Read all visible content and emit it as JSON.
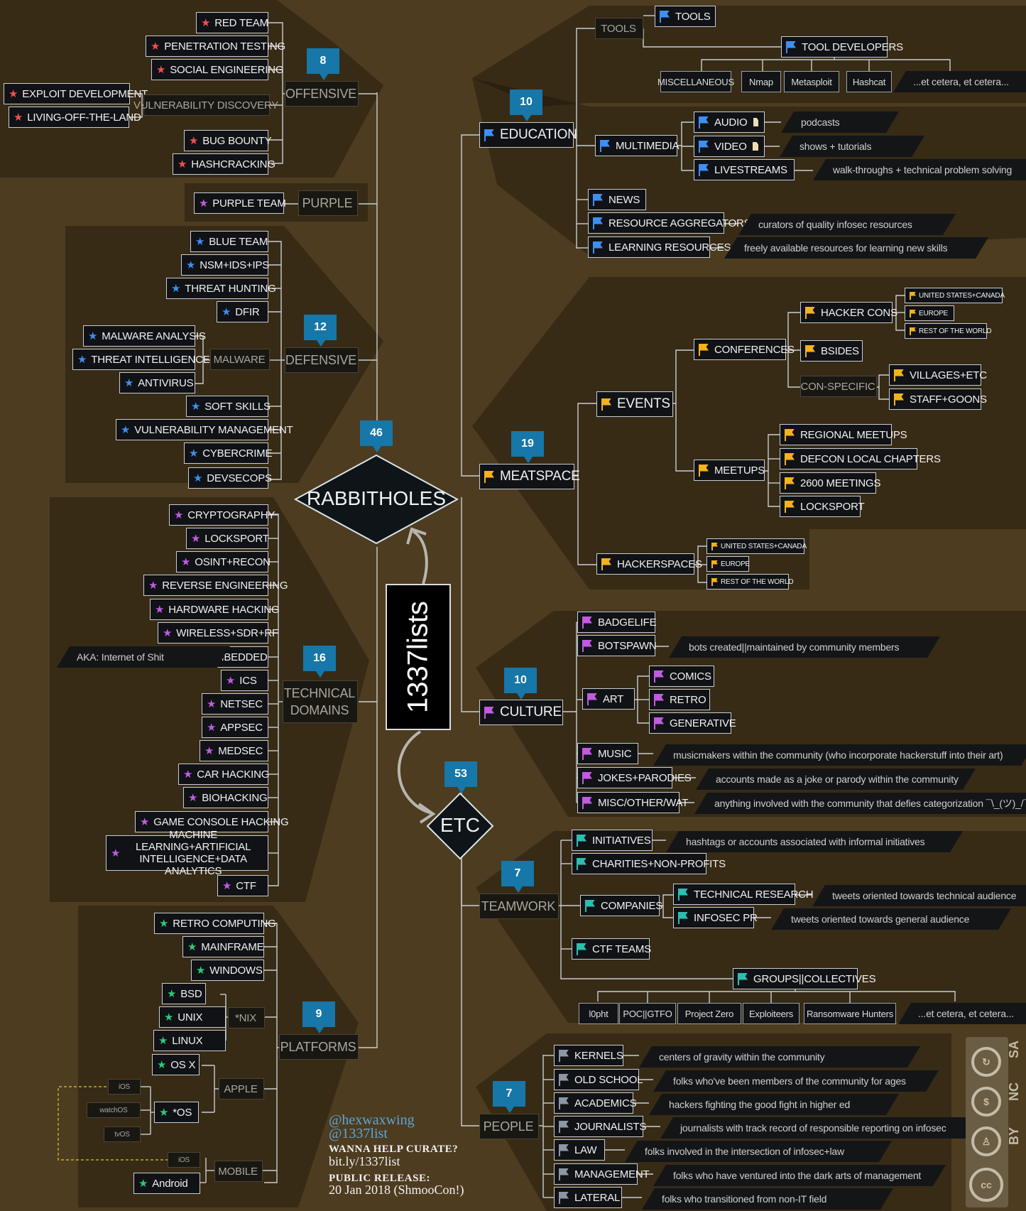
{
  "colors": {
    "red": "#f05050",
    "blue": "#3f8ff0",
    "purple": "#c25be2",
    "green": "#2ec97a",
    "yellow": "#f6b21a",
    "teal": "#2bbfb0",
    "gray": "#8d96a3",
    "badge": "#1677a8"
  },
  "center": {
    "title": "1337lists",
    "rabbitholes": "RABBITHOLES",
    "rabbitholes_count": "46",
    "etc": "ETC",
    "etc_count": "53"
  },
  "offensive": {
    "label": "OFFENSIVE",
    "count": "8",
    "vuln_label": "VULNERABILITY DISCOVERY",
    "items": [
      "RED TEAM",
      "PENETRATION TESTING",
      "SOCIAL ENGINEERING",
      "EXPLOIT DEVELOPMENT",
      "LIVING-OFF-THE-LAND",
      "BUG BOUNTY",
      "HASHCRACKING"
    ]
  },
  "purple": {
    "label": "PURPLE",
    "items": [
      "PURPLE TEAM"
    ]
  },
  "defensive": {
    "label": "DEFENSIVE",
    "count": "12",
    "malware_label": "MALWARE",
    "items": [
      "BLUE TEAM",
      "NSM+IDS+IPS",
      "THREAT HUNTING",
      "DFIR",
      "MALWARE ANALYSIS",
      "THREAT INTELLIGENCE",
      "ANTIVIRUS",
      "SOFT SKILLS",
      "VULNERABILITY MANAGEMENT",
      "CYBERCRIME",
      "DEVSECOPS"
    ]
  },
  "technical": {
    "label_line1": "TECHNICAL",
    "label_line2": "DOMAINS",
    "count": "16",
    "aka": "AKA: Internet of Shit",
    "items": [
      "CRYPTOGRAPHY",
      "LOCKSPORT",
      "OSINT+RECON",
      "REVERSE ENGINEERING",
      "HARDWARE HACKING",
      "WIRELESS+SDR+RF",
      "EMBEDDED",
      "ICS",
      "NETSEC",
      "APPSEC",
      "MEDSEC",
      "CAR HACKING",
      "BIOHACKING",
      "GAME CONSOLE HACKING",
      "MACHINE LEARNING+ARTIFICIAL",
      "INTELLIGENCE+DATA ANALYTICS",
      "CTF"
    ]
  },
  "platforms": {
    "label": "PLATFORMS",
    "count": "9",
    "nix_label": "*NIX",
    "apple_label": "APPLE",
    "mobile_label": "MOBILE",
    "items": [
      "RETRO COMPUTING",
      "MAINFRAME",
      "WINDOWS",
      "BSD",
      "UNIX",
      "LINUX",
      "OS X",
      "*OS",
      "Android"
    ],
    "os_list": [
      "iOS",
      "watchOS",
      "tvOS"
    ],
    "mobile_ios": "iOS"
  },
  "education": {
    "label": "EDUCATION",
    "count": "10",
    "tools_label": "TOOLS",
    "tools": "TOOLS",
    "tool_developers": "TOOL DEVELOPERS",
    "tool_list": [
      "MISCELLANEOUS",
      "Nmap",
      "Metasploit",
      "Hashcat",
      "...et cetera, et cetera..."
    ],
    "multimedia": "MULTIMEDIA",
    "media": [
      {
        "label": "AUDIO",
        "desc": "podcasts"
      },
      {
        "label": "VIDEO",
        "desc": "shows + tutorials"
      },
      {
        "label": "LIVESTREAMS",
        "desc": "walk-throughs + technical problem solving"
      }
    ],
    "news": "NEWS",
    "resource_aggregators": "RESOURCE AGGREGATORS",
    "resource_desc": "curators of quality infosec resources",
    "learning": "LEARNING RESOURCES",
    "learning_desc": "freely available resources for learning new skills"
  },
  "meatspace": {
    "label": "MEATSPACE",
    "count": "19",
    "events": "EVENTS",
    "conferences": "CONFERENCES",
    "hacker_cons": "HACKER CONS",
    "regions": [
      "UNITED STATES+CANADA",
      "EUROPE",
      "REST OF THE WORLD"
    ],
    "bsides": "BSIDES",
    "con_specific": "CON-SPECIFIC",
    "villages": "VILLAGES+ETC",
    "staff": "STAFF+GOONS",
    "meetups": "MEETUPS",
    "meetup_items": [
      "REGIONAL MEETUPS",
      "DEFCON LOCAL CHAPTERS",
      "2600 MEETINGS",
      "LOCKSPORT"
    ],
    "hackerspaces": "HACKERSPACES",
    "hs_regions": [
      "UNITED STATES+CANADA",
      "EUROPE",
      "REST OF THE WORLD"
    ]
  },
  "culture": {
    "label": "CULTURE",
    "count": "10",
    "badgelife": "BADGELIFE",
    "botspawn": "BOTSPAWN",
    "botspawn_desc": "bots created||maintained by community members",
    "art": "ART",
    "art_items": [
      "COMICS",
      "RETRO",
      "GENERATIVE"
    ],
    "music": "MUSIC",
    "music_desc": "musicmakers within the community (who incorporate hackerstuff into their art)",
    "jokes": "JOKES+PARODIES",
    "jokes_desc": "accounts made as a joke or parody within the community",
    "misc": "MISC/OTHER/WAT",
    "misc_desc": "anything involved with the community that defies categorization ¯\\_(ツ)_/¯"
  },
  "teamwork": {
    "label": "TEAMWORK",
    "count": "7",
    "initiatives": "INITIATIVES",
    "initiatives_desc": "hashtags or accounts associated with informal initiatives",
    "charities": "CHARITIES+NON-PROFITS",
    "companies": "COMPANIES",
    "tech_research": "TECHNICAL RESEARCH",
    "tech_research_desc": "tweets oriented towards technical audience",
    "infosec_pr": "INFOSEC PR",
    "infosec_pr_desc": "tweets oriented towards general audience",
    "ctf_teams": "CTF TEAMS",
    "groups": "GROUPS||COLLECTIVES",
    "group_list": [
      "l0pht",
      "POC||GTFO",
      "Project Zero",
      "Exploiteers",
      "Ransomware Hunters",
      "...et cetera, et cetera..."
    ]
  },
  "people": {
    "label": "PEOPLE",
    "count": "7",
    "items": [
      {
        "label": "KERNELS",
        "desc": "centers of gravity within the community"
      },
      {
        "label": "OLD SCHOOL",
        "desc": "folks who've been members of the community for ages"
      },
      {
        "label": "ACADEMICS",
        "desc": "hackers fighting the good fight in higher ed"
      },
      {
        "label": "JOURNALISTS",
        "desc": "journalists with track record of responsible reporting on infosec"
      },
      {
        "label": "LAW",
        "desc": "folks involved in the intersection of infosec+law"
      },
      {
        "label": "MANAGEMENT",
        "desc": "folks who have ventured into the dark arts of management"
      },
      {
        "label": "LATERAL",
        "desc": "folks who transitioned from non-IT field"
      }
    ]
  },
  "credits": {
    "handle1": "@hexwaxwing",
    "handle2": "@1337list",
    "help": "WANNA HELP CURATE?",
    "link": "bit.ly/1337list",
    "release": "PUBLIC RELEASE:",
    "date": "20 Jan 2018 (ShmooCon!)"
  },
  "license": {
    "sa": "SA",
    "nc": "NC",
    "by": "BY",
    "cc": "cc"
  }
}
